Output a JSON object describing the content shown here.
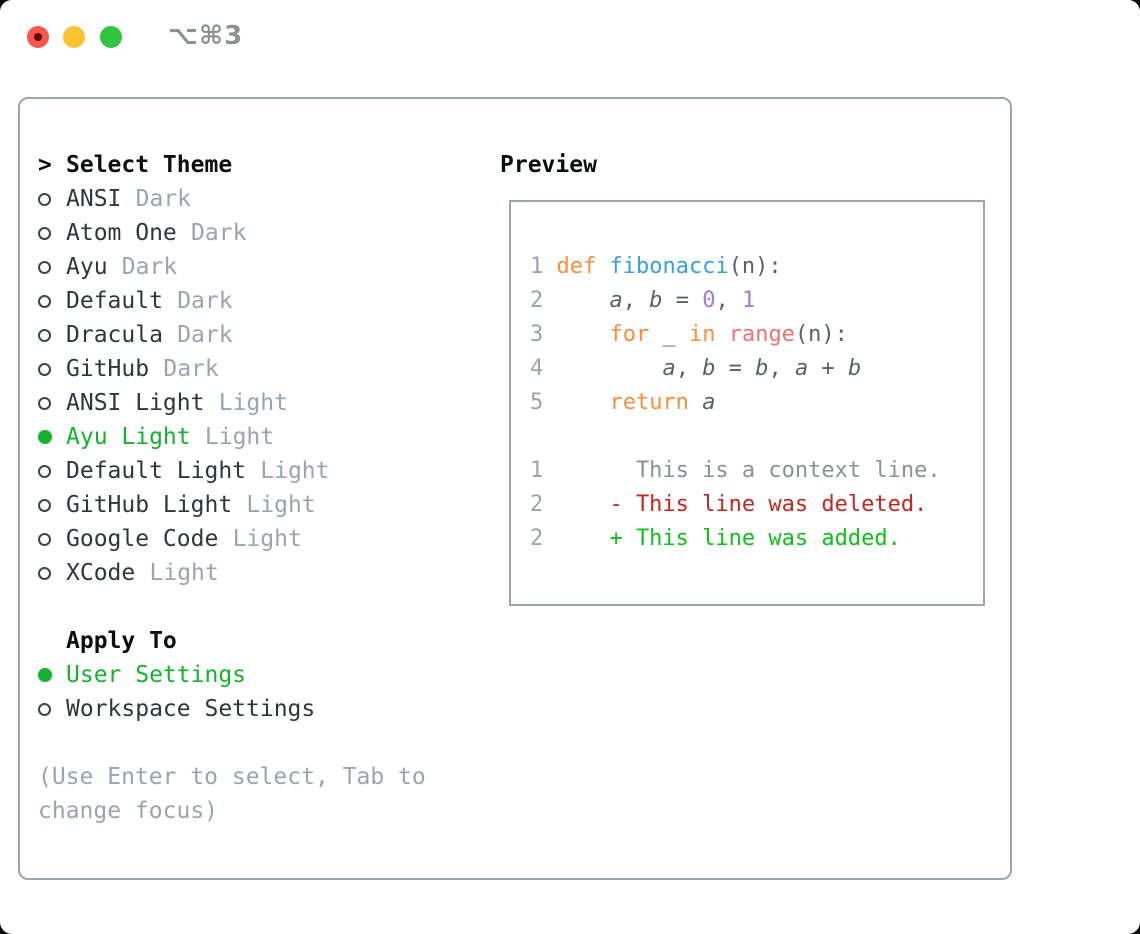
{
  "window": {
    "shortcut_label": "⌥⌘3",
    "traffic_lights": {
      "close": "close",
      "minimize": "minimize",
      "zoom": "zoom"
    }
  },
  "theme_picker": {
    "prompt": ">",
    "title": "Select Theme",
    "items": [
      {
        "label": "ANSI",
        "variant": "Dark",
        "selected": false
      },
      {
        "label": "Atom One",
        "variant": "Dark",
        "selected": false
      },
      {
        "label": "Ayu",
        "variant": "Dark",
        "selected": false
      },
      {
        "label": "Default",
        "variant": "Dark",
        "selected": false
      },
      {
        "label": "Dracula",
        "variant": "Dark",
        "selected": false
      },
      {
        "label": "GitHub",
        "variant": "Dark",
        "selected": false
      },
      {
        "label": "ANSI Light",
        "variant": "Light",
        "selected": false
      },
      {
        "label": "Ayu Light",
        "variant": "Light",
        "selected": true
      },
      {
        "label": "Default Light",
        "variant": "Light",
        "selected": false
      },
      {
        "label": "GitHub Light",
        "variant": "Light",
        "selected": false
      },
      {
        "label": "Google Code",
        "variant": "Light",
        "selected": false
      },
      {
        "label": "XCode",
        "variant": "Light",
        "selected": false
      }
    ]
  },
  "apply_to": {
    "title": "Apply To",
    "options": [
      {
        "label": "User Settings",
        "selected": true
      },
      {
        "label": "Workspace Settings",
        "selected": false
      }
    ]
  },
  "help_text": "(Use Enter to select, Tab to change focus)",
  "preview": {
    "title": "Preview",
    "code_lines": [
      {
        "num": "1",
        "segments": [
          [
            "def",
            "kw"
          ],
          [
            " ",
            "fg"
          ],
          [
            "fibonacci",
            "fn"
          ],
          [
            "(n):",
            "fg"
          ]
        ]
      },
      {
        "num": "2",
        "segments": [
          [
            "    ",
            "fg"
          ],
          [
            "a",
            "var"
          ],
          [
            ", ",
            "fg"
          ],
          [
            "b",
            "var"
          ],
          [
            " = ",
            "fg"
          ],
          [
            "0",
            "num"
          ],
          [
            ", ",
            "fg"
          ],
          [
            "1",
            "num"
          ]
        ]
      },
      {
        "num": "3",
        "segments": [
          [
            "    ",
            "fg"
          ],
          [
            "for",
            "kw"
          ],
          [
            " _ ",
            "fg"
          ],
          [
            "in",
            "kw"
          ],
          [
            " ",
            "fg"
          ],
          [
            "range",
            "call"
          ],
          [
            "(n):",
            "fg"
          ]
        ]
      },
      {
        "num": "4",
        "segments": [
          [
            "        ",
            "fg"
          ],
          [
            "a",
            "var"
          ],
          [
            ", ",
            "fg"
          ],
          [
            "b",
            "var"
          ],
          [
            " = ",
            "fg"
          ],
          [
            "b",
            "var"
          ],
          [
            ", ",
            "fg"
          ],
          [
            "a",
            "var"
          ],
          [
            " + ",
            "fg"
          ],
          [
            "b",
            "var"
          ]
        ]
      },
      {
        "num": "5",
        "segments": [
          [
            "    ",
            "fg"
          ],
          [
            "return",
            "kw"
          ],
          [
            " ",
            "fg"
          ],
          [
            "a",
            "var"
          ]
        ]
      },
      {
        "num": "",
        "segments": []
      },
      {
        "num": "1",
        "segments": [
          [
            "      This is a context line.",
            "ctx"
          ]
        ]
      },
      {
        "num": "2",
        "segments": [
          [
            "    - This line was deleted.",
            "del"
          ]
        ]
      },
      {
        "num": "2",
        "segments": [
          [
            "    + This line was added.",
            "add"
          ]
        ]
      }
    ]
  },
  "colors": {
    "accent_green": "#12b32e",
    "syntax": {
      "kw": "#fa8d3e",
      "fn": "#399ee6",
      "num": "#a37acc",
      "call": "#f07171",
      "fg": "#5c6166",
      "var": "#5c6166",
      "ctx": "#8a9199",
      "del": "#c5271f",
      "add": "#0fc01a",
      "line_number": "#9aa3ad"
    },
    "traffic": {
      "red": "#f7564c",
      "red_dot": "#5f0b04",
      "yellow": "#fbc12f",
      "green": "#30c440"
    }
  }
}
